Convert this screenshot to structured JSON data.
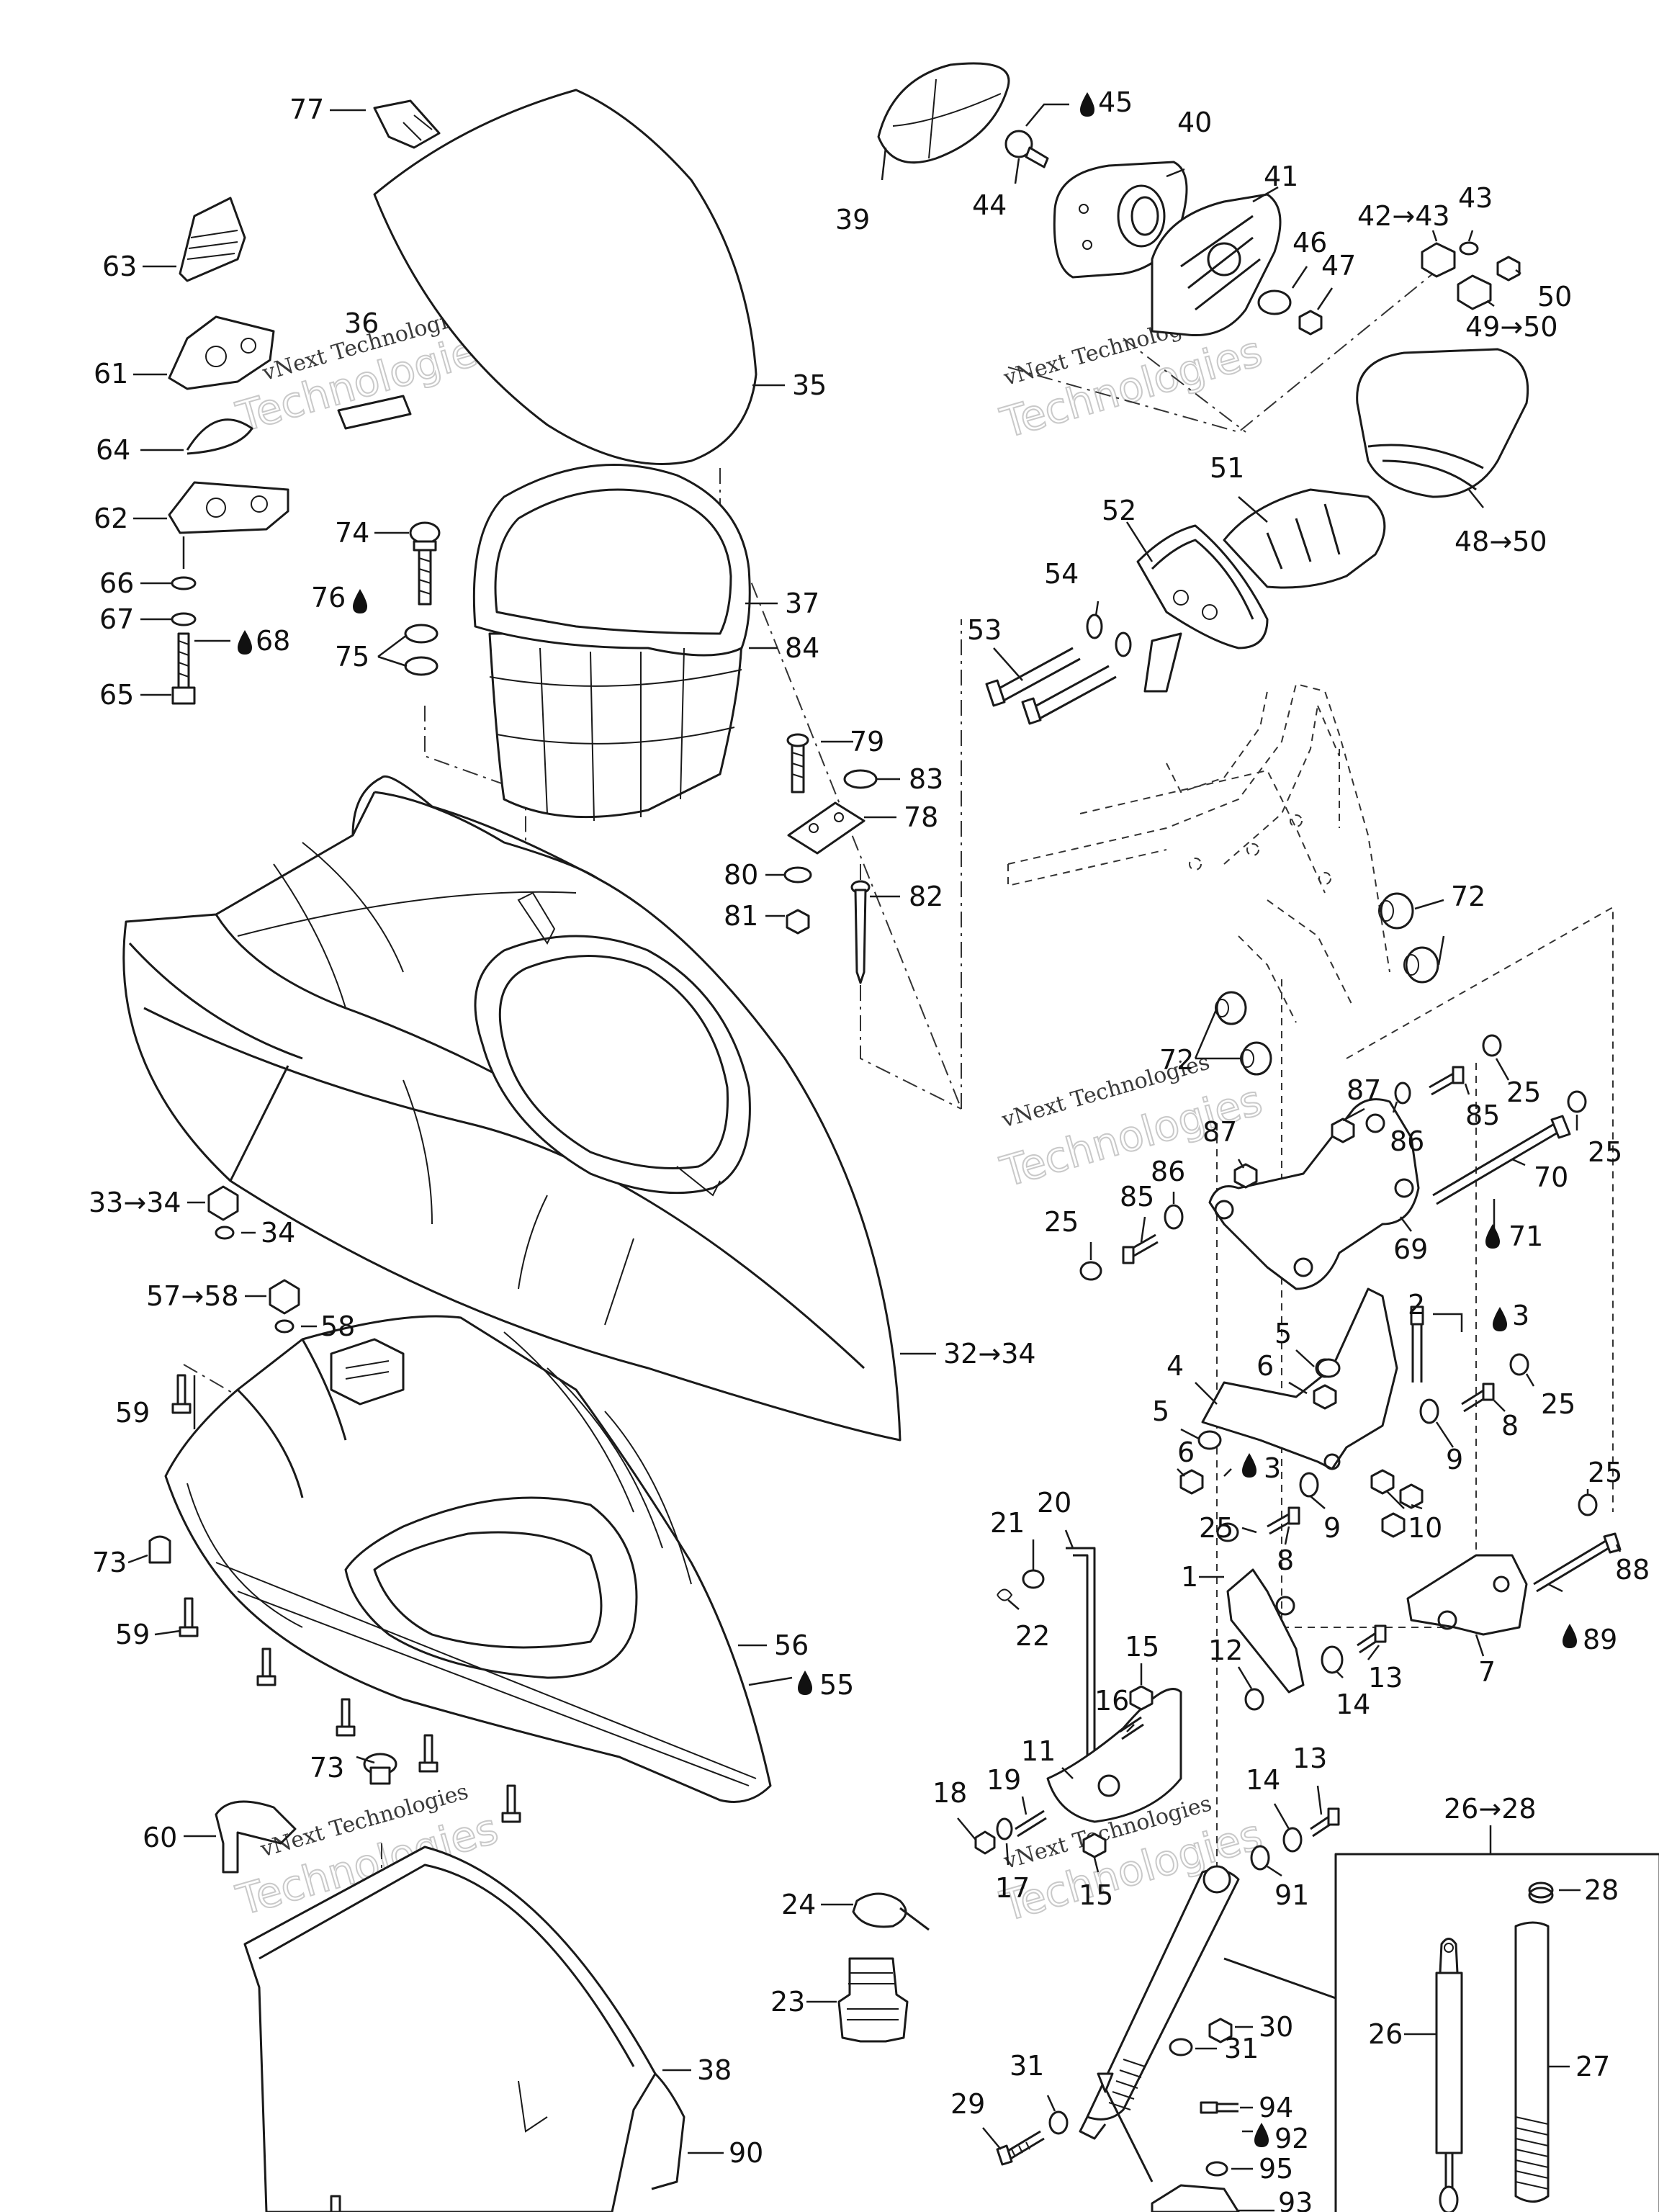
{
  "watermark": {
    "line1": "vNext Technologies",
    "line2": "Technologies"
  },
  "callouts": [
    {
      "id": "c77",
      "text": "77"
    },
    {
      "id": "c63",
      "text": "63"
    },
    {
      "id": "c36",
      "text": "36"
    },
    {
      "id": "c61",
      "text": "61"
    },
    {
      "id": "c35",
      "text": "35"
    },
    {
      "id": "c64",
      "text": "64"
    },
    {
      "id": "c62",
      "text": "62"
    },
    {
      "id": "c74",
      "text": "74"
    },
    {
      "id": "c76",
      "text": "76"
    },
    {
      "id": "c66",
      "text": "66"
    },
    {
      "id": "c67",
      "text": "67"
    },
    {
      "id": "c68",
      "text": "68"
    },
    {
      "id": "c65",
      "text": "65"
    },
    {
      "id": "c75",
      "text": "75"
    },
    {
      "id": "c37",
      "text": "37"
    },
    {
      "id": "c84",
      "text": "84"
    },
    {
      "id": "c39",
      "text": "39"
    },
    {
      "id": "c44",
      "text": "44"
    },
    {
      "id": "c45",
      "text": "45"
    },
    {
      "id": "c40",
      "text": "40"
    },
    {
      "id": "c41",
      "text": "41"
    },
    {
      "id": "c46",
      "text": "46"
    },
    {
      "id": "c47",
      "text": "47"
    },
    {
      "id": "c42",
      "text": "42→43"
    },
    {
      "id": "c43",
      "text": "43"
    },
    {
      "id": "c50",
      "text": "50"
    },
    {
      "id": "c49",
      "text": "49→50"
    },
    {
      "id": "c48",
      "text": "48→50"
    },
    {
      "id": "c51",
      "text": "51"
    },
    {
      "id": "c52",
      "text": "52"
    },
    {
      "id": "c54",
      "text": "54"
    },
    {
      "id": "c53",
      "text": "53"
    },
    {
      "id": "c79",
      "text": "79"
    },
    {
      "id": "c83",
      "text": "83"
    },
    {
      "id": "c78",
      "text": "78"
    },
    {
      "id": "c80",
      "text": "80"
    },
    {
      "id": "c81",
      "text": "81"
    },
    {
      "id": "c82",
      "text": "82"
    },
    {
      "id": "c72a",
      "text": "72"
    },
    {
      "id": "c72b",
      "text": "72"
    },
    {
      "id": "c87a",
      "text": "87"
    },
    {
      "id": "c87b",
      "text": "87"
    },
    {
      "id": "c86a",
      "text": "86"
    },
    {
      "id": "c85a",
      "text": "85"
    },
    {
      "id": "c25a",
      "text": "25"
    },
    {
      "id": "c25b",
      "text": "25"
    },
    {
      "id": "c70",
      "text": "70"
    },
    {
      "id": "c71",
      "text": "71"
    },
    {
      "id": "c69",
      "text": "69"
    },
    {
      "id": "c86b",
      "text": "86"
    },
    {
      "id": "c85b",
      "text": "85"
    },
    {
      "id": "c25c",
      "text": "25"
    },
    {
      "id": "c33",
      "text": "33→34"
    },
    {
      "id": "c34",
      "text": "34"
    },
    {
      "id": "c57",
      "text": "57→58"
    },
    {
      "id": "c58",
      "text": "58"
    },
    {
      "id": "c32",
      "text": "32→34"
    },
    {
      "id": "c2",
      "text": "2"
    },
    {
      "id": "c3a",
      "text": "3"
    },
    {
      "id": "c5a",
      "text": "5"
    },
    {
      "id": "c6a",
      "text": "6"
    },
    {
      "id": "c4",
      "text": "4"
    },
    {
      "id": "c8a",
      "text": "8"
    },
    {
      "id": "c25d",
      "text": "25"
    },
    {
      "id": "c5b",
      "text": "5"
    },
    {
      "id": "c6b",
      "text": "6"
    },
    {
      "id": "c3b",
      "text": "3"
    },
    {
      "id": "c9a",
      "text": "9"
    },
    {
      "id": "c9b",
      "text": "9"
    },
    {
      "id": "c10",
      "text": "10"
    },
    {
      "id": "c25e",
      "text": "25"
    },
    {
      "id": "c25f",
      "text": "25"
    },
    {
      "id": "c8b",
      "text": "8"
    },
    {
      "id": "c88",
      "text": "88"
    },
    {
      "id": "c1",
      "text": "1"
    },
    {
      "id": "c89",
      "text": "89"
    },
    {
      "id": "c7",
      "text": "7"
    },
    {
      "id": "c59a",
      "text": "59"
    },
    {
      "id": "c73a",
      "text": "73"
    },
    {
      "id": "c59b",
      "text": "59"
    },
    {
      "id": "c56",
      "text": "56"
    },
    {
      "id": "c55",
      "text": "55"
    },
    {
      "id": "c20",
      "text": "20"
    },
    {
      "id": "c21",
      "text": "21"
    },
    {
      "id": "c22",
      "text": "22"
    },
    {
      "id": "c12",
      "text": "12"
    },
    {
      "id": "c13a",
      "text": "13"
    },
    {
      "id": "c14a",
      "text": "14"
    },
    {
      "id": "c15a",
      "text": "15"
    },
    {
      "id": "c16",
      "text": "16"
    },
    {
      "id": "c11",
      "text": "11"
    },
    {
      "id": "c19",
      "text": "19"
    },
    {
      "id": "c18",
      "text": "18"
    },
    {
      "id": "c17",
      "text": "17"
    },
    {
      "id": "c15b",
      "text": "15"
    },
    {
      "id": "c73b",
      "text": "73"
    },
    {
      "id": "c60",
      "text": "60"
    },
    {
      "id": "c14b",
      "text": "14"
    },
    {
      "id": "c13b",
      "text": "13"
    },
    {
      "id": "c91",
      "text": "91"
    },
    {
      "id": "c26h",
      "text": "26→28"
    },
    {
      "id": "c28",
      "text": "28"
    },
    {
      "id": "c24",
      "text": "24"
    },
    {
      "id": "c23",
      "text": "23"
    },
    {
      "id": "c26",
      "text": "26"
    },
    {
      "id": "c27",
      "text": "27"
    },
    {
      "id": "c30",
      "text": "30"
    },
    {
      "id": "c31a",
      "text": "31"
    },
    {
      "id": "c31b",
      "text": "31"
    },
    {
      "id": "c29",
      "text": "29"
    },
    {
      "id": "c94",
      "text": "94"
    },
    {
      "id": "c92",
      "text": "92"
    },
    {
      "id": "c95",
      "text": "95"
    },
    {
      "id": "c38",
      "text": "38"
    },
    {
      "id": "c90",
      "text": "90"
    },
    {
      "id": "c93",
      "text": "93"
    }
  ]
}
